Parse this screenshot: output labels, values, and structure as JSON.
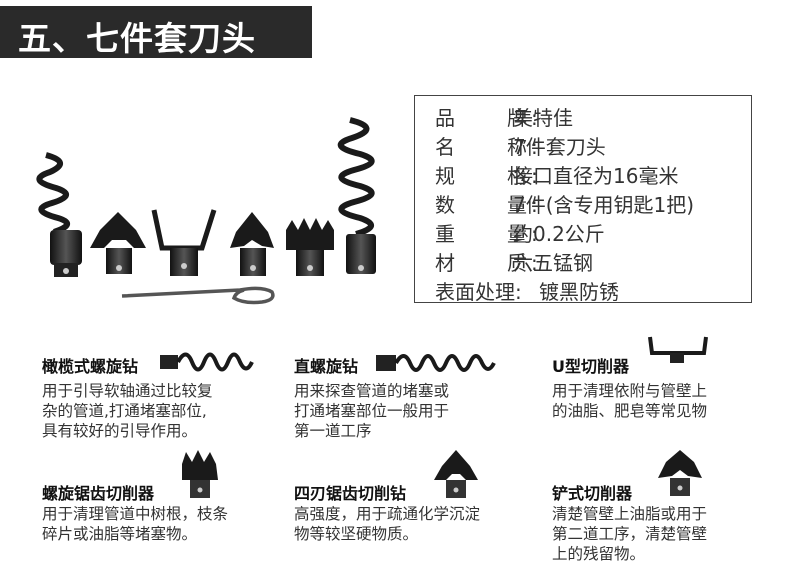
{
  "title": "五、七件套刀头",
  "specs": [
    {
      "label": "品　　牌:",
      "value": "美特佳"
    },
    {
      "label": "名　　称:",
      "value": "7件套刀头"
    },
    {
      "label": "规　　格:",
      "value": "接口直径为16毫米"
    },
    {
      "label": "数　　量:",
      "value": "7件(含专用钥匙1把)"
    },
    {
      "label": "重　　量:",
      "value": "约0.2公斤"
    },
    {
      "label": "材　　质:",
      "value": "六五锰钢"
    },
    {
      "label": "表面处理:",
      "value": "镀黑防锈"
    }
  ],
  "items": [
    {
      "name": "橄榄式螺旋钻",
      "desc": [
        "用于引导软轴通过比较复",
        "杂的管道,打通堵塞部位,",
        "具有较好的引导作用。"
      ]
    },
    {
      "name": "直螺旋钻",
      "desc": [
        "用来探查管道的堵塞或",
        "打通堵塞部位一般用于",
        "第一道工序"
      ]
    },
    {
      "name": "U型切削器",
      "desc": [
        "用于清理依附与管壁上",
        "的油脂、肥皂等常见物"
      ]
    },
    {
      "name": "螺旋锯齿切削器",
      "desc": [
        "用于清理管道中树根，枝条",
        "碎片或油脂等堵塞物。"
      ]
    },
    {
      "name": "四刃锯齿切削钻",
      "desc": [
        "高强度，用于疏通化学沉淀",
        "物等较坚硬物质。"
      ]
    },
    {
      "name": "铲式切削器",
      "desc": [
        "清楚管壁上油脂或用于",
        "第二道工序，清楚管壁",
        "上的残留物。"
      ]
    }
  ]
}
